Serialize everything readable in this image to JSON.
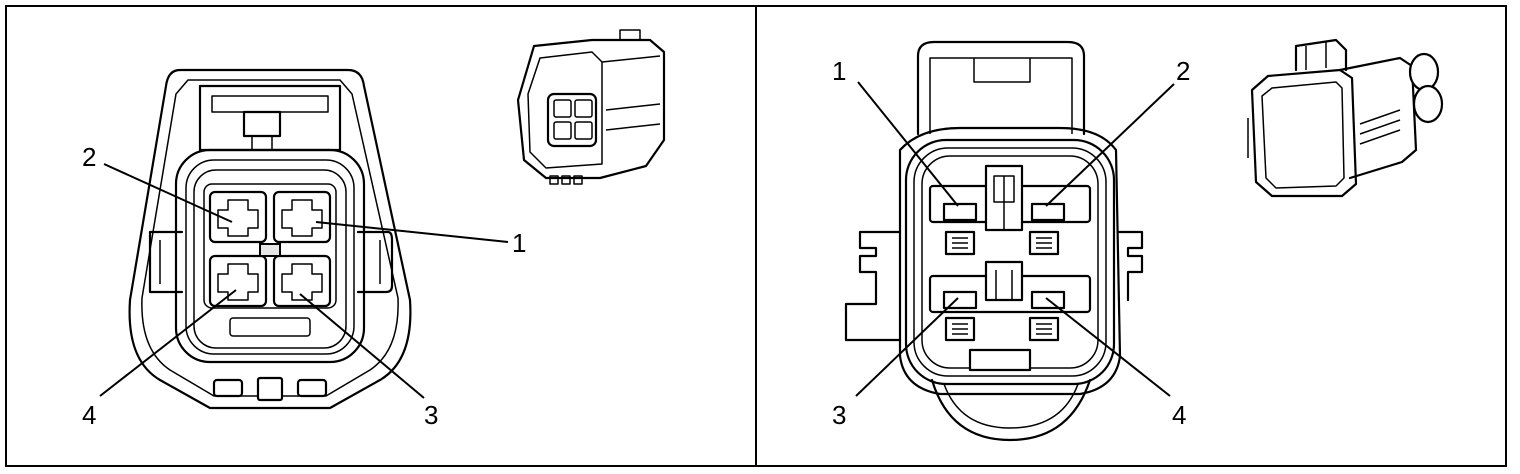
{
  "panels": [
    {
      "id": "left",
      "callouts": [
        {
          "pin": "1"
        },
        {
          "pin": "2"
        },
        {
          "pin": "3"
        },
        {
          "pin": "4"
        }
      ]
    },
    {
      "id": "right",
      "callouts": [
        {
          "pin": "1"
        },
        {
          "pin": "2"
        },
        {
          "pin": "3"
        },
        {
          "pin": "4"
        }
      ]
    }
  ]
}
